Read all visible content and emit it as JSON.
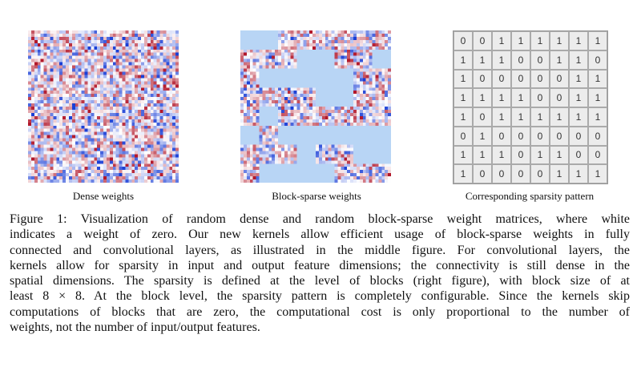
{
  "subcaptions": {
    "dense": "Dense weights",
    "sparse": "Block-sparse weights",
    "pattern": "Corresponding sparsity pattern"
  },
  "caption_lines": [
    "Figure 1: Visualization of random dense and random block-sparse weight matrices, where white",
    "indicates a weight of zero. Our new kernels allow efficient usage of block-sparse weights in fully",
    "connected and convolutional layers, as illustrated in the middle figure. For convolutional layers, the",
    "kernels allow for sparsity in input and output feature dimensions; the connectivity is still dense in the",
    "spatial dimensions. The sparsity is defined at the level of blocks (right figure), with block size of at",
    "least 8 × 8. At the block level, the sparsity pattern is completely configurable. Since the kernels skip",
    "computations of blocks that are zero, the computational cost is only proportional to the number of",
    "weights, not the number of input/output features."
  ],
  "sparsity_pattern": [
    [
      0,
      0,
      1,
      1,
      1,
      1,
      1,
      1
    ],
    [
      1,
      1,
      1,
      0,
      0,
      1,
      1,
      0
    ],
    [
      1,
      0,
      0,
      0,
      0,
      0,
      1,
      1
    ],
    [
      1,
      1,
      1,
      1,
      0,
      0,
      1,
      1
    ],
    [
      1,
      0,
      1,
      1,
      1,
      1,
      1,
      1
    ],
    [
      0,
      1,
      0,
      0,
      0,
      0,
      0,
      0
    ],
    [
      1,
      1,
      1,
      0,
      1,
      1,
      0,
      0
    ],
    [
      1,
      0,
      0,
      0,
      0,
      1,
      1,
      1
    ]
  ],
  "colors": {
    "zero": "#b8d5f5",
    "positive": "#b2182b",
    "negative": "#1a3fd6"
  }
}
